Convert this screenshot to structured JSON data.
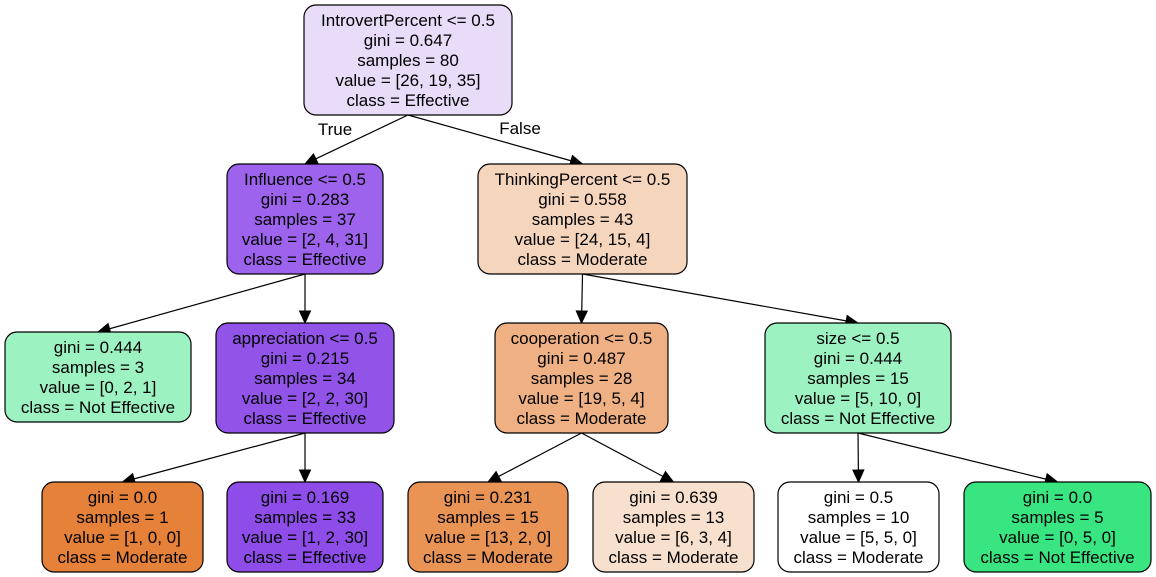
{
  "nodes": [
    {
      "id": "n0",
      "lines": [
        "IntrovertPercent <= 0.5",
        "gini = 0.647",
        "samples = 80",
        "value = [26, 19, 35]",
        "class = Effective"
      ],
      "fill": "#e8dcf9"
    },
    {
      "id": "n1",
      "lines": [
        "Influence <= 0.5",
        "gini = 0.283",
        "samples = 37",
        "value = [2, 4, 31]",
        "class = Effective"
      ],
      "fill": "#9d63ec"
    },
    {
      "id": "n2",
      "lines": [
        "ThinkingPercent <= 0.5",
        "gini = 0.558",
        "samples = 43",
        "value = [24, 15, 4]",
        "class = Moderate"
      ],
      "fill": "#f6d5bd"
    },
    {
      "id": "n3",
      "lines": [
        "gini = 0.444",
        "samples = 3",
        "value = [0, 2, 1]",
        "class = Not Effective"
      ],
      "fill": "#9cf2c0"
    },
    {
      "id": "n4",
      "lines": [
        "appreciation <= 0.5",
        "gini = 0.215",
        "samples = 34",
        "value = [2, 2, 30]",
        "class = Effective"
      ],
      "fill": "#9253e8"
    },
    {
      "id": "n5",
      "lines": [
        "cooperation <= 0.5",
        "gini = 0.487",
        "samples = 28",
        "value = [19, 5, 4]",
        "class = Moderate"
      ],
      "fill": "#efb083"
    },
    {
      "id": "n6",
      "lines": [
        "size <= 0.5",
        "gini = 0.444",
        "samples = 15",
        "value = [5, 10, 0]",
        "class = Not Effective"
      ],
      "fill": "#9cf2c0"
    },
    {
      "id": "n7",
      "lines": [
        "gini = 0.0",
        "samples = 1",
        "value = [1, 0, 0]",
        "class = Moderate"
      ],
      "fill": "#e58139"
    },
    {
      "id": "n8",
      "lines": [
        "gini = 0.169",
        "samples = 33",
        "value = [1, 2, 30]",
        "class = Effective"
      ],
      "fill": "#8e4de8"
    },
    {
      "id": "n9",
      "lines": [
        "gini = 0.231",
        "samples = 15",
        "value = [13, 2, 0]",
        "class = Moderate"
      ],
      "fill": "#e99355"
    },
    {
      "id": "n10",
      "lines": [
        "gini = 0.639",
        "samples = 13",
        "value = [6, 3, 4]",
        "class = Moderate"
      ],
      "fill": "#f8e0ce"
    },
    {
      "id": "n11",
      "lines": [
        "gini = 0.5",
        "samples = 10",
        "value = [5, 5, 0]",
        "class = Moderate"
      ],
      "fill": "#ffffff"
    },
    {
      "id": "n12",
      "lines": [
        "gini = 0.0",
        "samples = 5",
        "value = [0, 5, 0]",
        "class = Not Effective"
      ],
      "fill": "#39e581"
    }
  ],
  "edges": [
    {
      "from": "n0",
      "to": "n1",
      "label": "True"
    },
    {
      "from": "n0",
      "to": "n2",
      "label": "False"
    },
    {
      "from": "n1",
      "to": "n3",
      "label": ""
    },
    {
      "from": "n1",
      "to": "n4",
      "label": ""
    },
    {
      "from": "n2",
      "to": "n5",
      "label": ""
    },
    {
      "from": "n2",
      "to": "n6",
      "label": ""
    },
    {
      "from": "n4",
      "to": "n7",
      "label": ""
    },
    {
      "from": "n4",
      "to": "n8",
      "label": ""
    },
    {
      "from": "n5",
      "to": "n9",
      "label": ""
    },
    {
      "from": "n5",
      "to": "n10",
      "label": ""
    },
    {
      "from": "n6",
      "to": "n11",
      "label": ""
    },
    {
      "from": "n6",
      "to": "n12",
      "label": ""
    }
  ]
}
